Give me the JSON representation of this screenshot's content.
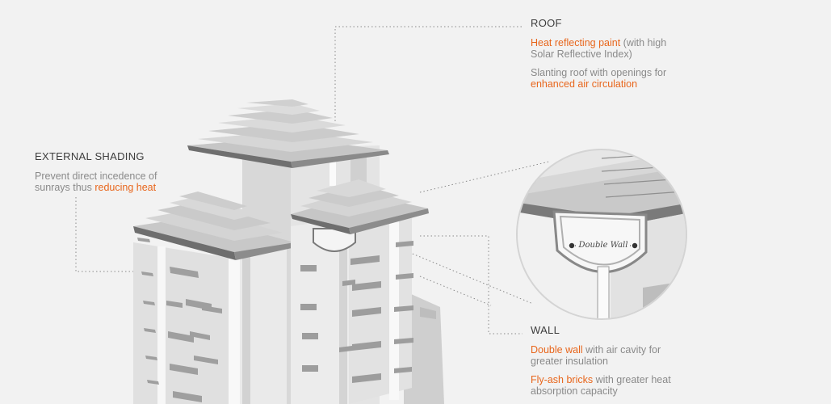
{
  "roof": {
    "heading": "ROOF",
    "line1_hl": "Heat reflecting paint",
    "line1_rest": " (with high Solar Reflective Index)",
    "line2_pre": "Slanting roof with openings for ",
    "line2_hl": "enhanced air circulation"
  },
  "shading": {
    "heading": "EXTERNAL SHADING",
    "text_pre": "Prevent direct incedence of sunrays thus ",
    "text_hl": "reducing heat"
  },
  "wall": {
    "heading": "WALL",
    "line1_hl": "Double wall",
    "line1_rest": " with air cavity for greater insulation",
    "line2_hl": "Fly-ash bricks",
    "line2_rest": " with greater heat absorption capacity"
  },
  "inset": {
    "label": "Double Wall"
  },
  "colors": {
    "highlight": "#e8661c",
    "background": "#f2f2f2"
  }
}
